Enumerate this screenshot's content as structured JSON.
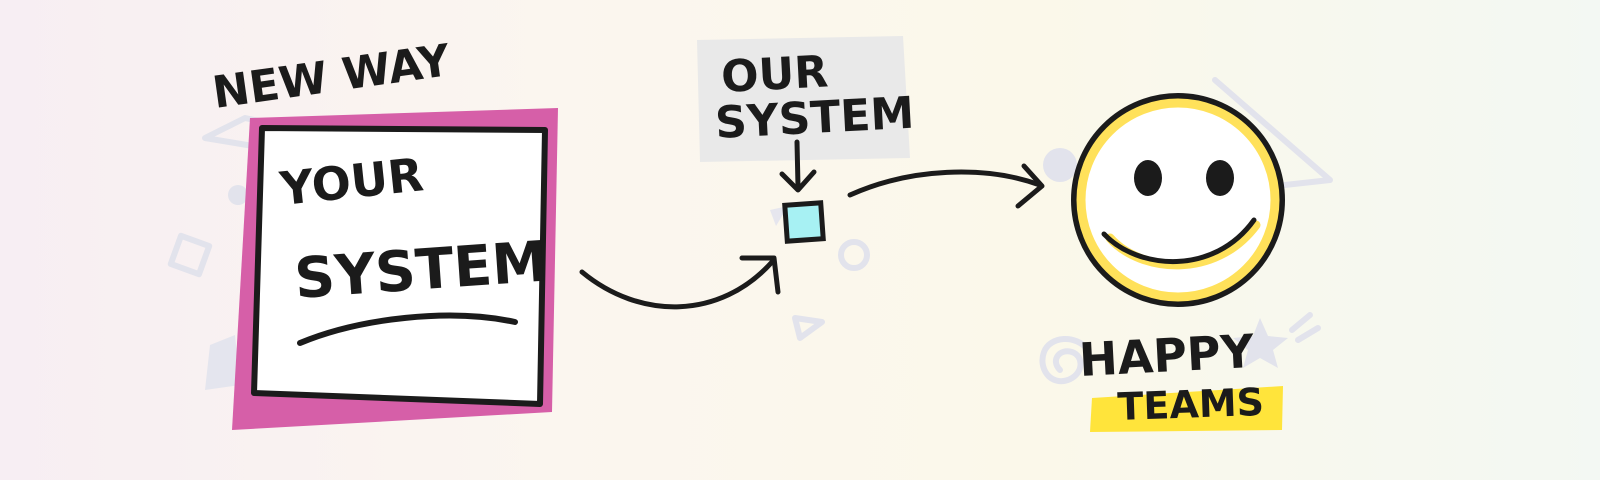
{
  "diagram": {
    "new_way_label": "NEW WAY",
    "your_system_line1": "YOUR",
    "your_system_line2": "SYSTEM",
    "our_system_line1": "OUR",
    "our_system_line2": "SYSTEM",
    "happy_line1": "HAPPY",
    "happy_line2": "TEAMS"
  },
  "colors": {
    "frame_magenta": "#d65fa8",
    "ink": "#1b1b1b",
    "small_box_fill": "#a7f1f3",
    "smiley_yellow": "#ffe15a",
    "highlight_yellow": "#ffe43b",
    "label_box_gray": "#e9e9e9",
    "decor_gray": "#e2e3ec"
  },
  "icons": [
    "smiley-face-icon",
    "arrow-right-icon",
    "arrow-down-icon",
    "star-icon",
    "spiral-icon",
    "triangle-icon",
    "circle-icon",
    "diamond-icon"
  ]
}
